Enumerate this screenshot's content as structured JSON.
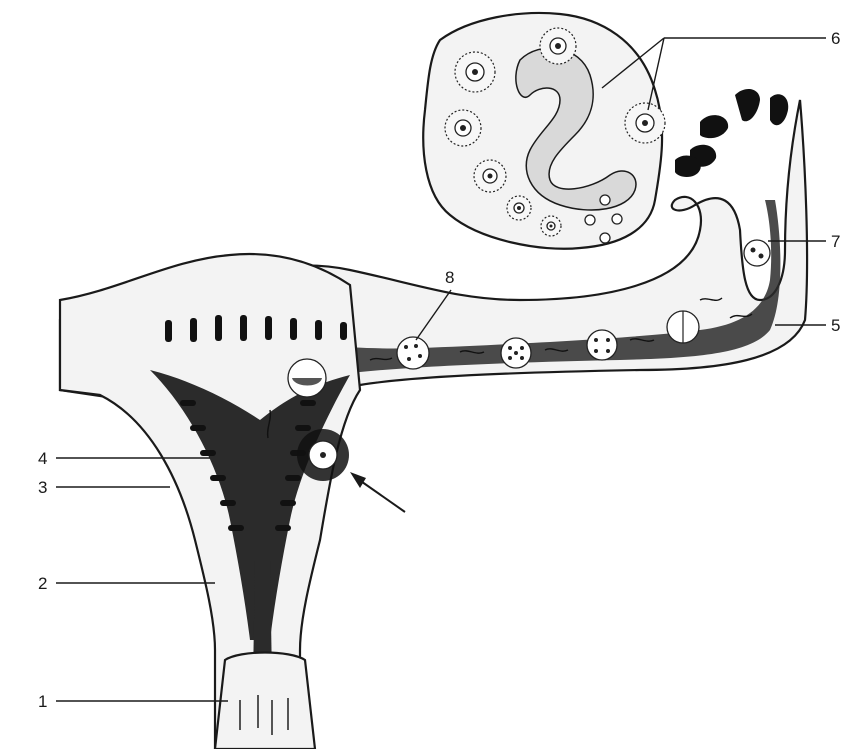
{
  "figure": {
    "callouts": [
      {
        "id": "1",
        "label": "1"
      },
      {
        "id": "2",
        "label": "2"
      },
      {
        "id": "3",
        "label": "3"
      },
      {
        "id": "4",
        "label": "4"
      },
      {
        "id": "5",
        "label": "5"
      },
      {
        "id": "6",
        "label": "6"
      },
      {
        "id": "7",
        "label": "7"
      },
      {
        "id": "8",
        "label": "8"
      }
    ],
    "colors": {
      "ink": "#1a1a1a",
      "tissue": "#f3f3f3",
      "lumen": "#2b2b2b",
      "background": "#ffffff"
    }
  }
}
